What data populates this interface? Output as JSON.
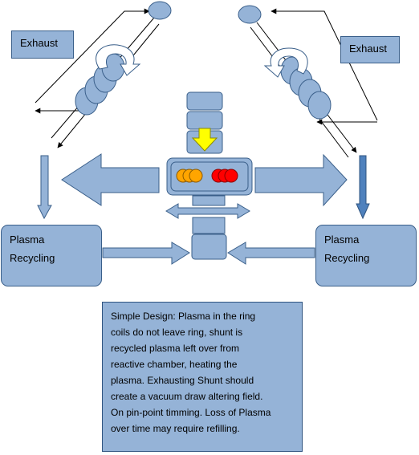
{
  "labels": {
    "exhaust_left": "Exhaust",
    "exhaust_right": "Exhaust",
    "recycling_left": [
      "Plasma",
      "Recycling"
    ],
    "recycling_right": [
      "Plasma",
      "Recycling"
    ]
  },
  "note": {
    "lines": [
      "Simple Design:  Plasma in the ring",
      "coils do not leave ring, shunt is",
      "recycled plasma left over from",
      "reactive chamber, heating the",
      "plasma.  Exhausting Shunt should",
      "create a vacuum draw altering field.",
      "On pin-point timming.  Loss of Plasma",
      "over time may require refilling."
    ]
  },
  "colors": {
    "fill": "#95b3d7",
    "stroke": "#3a5f8a",
    "yellow_arrow": "#ffff00",
    "orange_balls": "#ffa500",
    "red_balls": "#ff0000"
  }
}
